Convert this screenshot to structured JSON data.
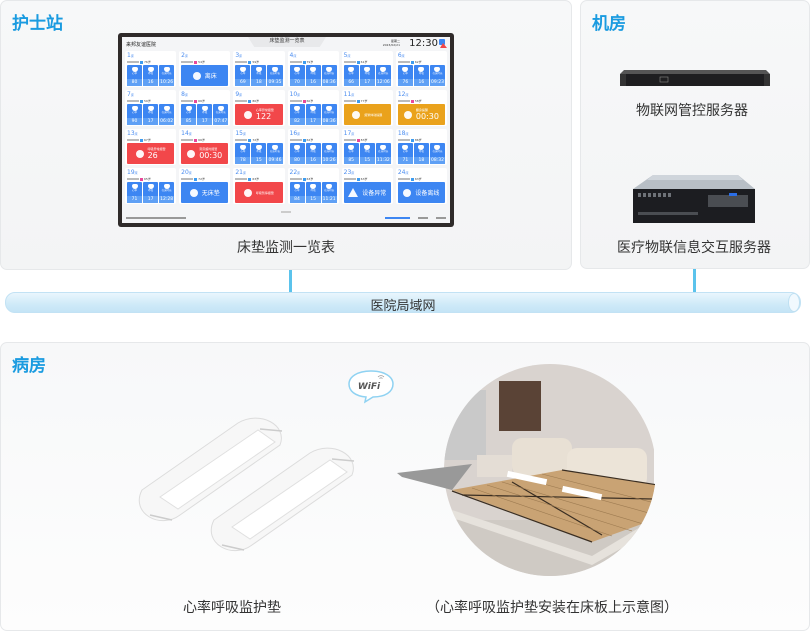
{
  "nurse_station": {
    "title": "护士站",
    "caption": "床垫监测一览表"
  },
  "server_room": {
    "title": "机房",
    "servers": [
      {
        "label": "物联网管控服务器"
      },
      {
        "label": "医疗物联信息交互服务器"
      }
    ]
  },
  "network": {
    "label": "医院局域网"
  },
  "ward": {
    "title": "病房",
    "wifi": "WiFi",
    "pad_caption": "心率呼吸监护垫",
    "photo_caption": "（心率呼吸监护垫安装在床板上示意图）"
  },
  "screen": {
    "hospital": "来邦友谊医院",
    "title": "床垫监测一览表",
    "weekday": "星期二",
    "date": "2023/02/21",
    "time": "12:30",
    "bed_suffix": "床",
    "metric_labels": [
      "心率",
      "呼吸",
      "在床时长"
    ],
    "colors": {
      "blue": "#3d86f2",
      "red": "#f2474a",
      "orange": "#eaa21c",
      "male": "#3d9cf0",
      "female": "#e9499a"
    },
    "beds": [
      {
        "n": "1",
        "age": "76岁",
        "g": "male",
        "hr": "80",
        "rr": "16",
        "t": "10:26"
      },
      {
        "n": "2",
        "age": "54岁",
        "g": "female",
        "status": "离床",
        "color": "blue",
        "big": true
      },
      {
        "n": "3",
        "age": "59岁",
        "g": "male",
        "hr": "69",
        "rr": "18",
        "t": "09:35"
      },
      {
        "n": "4",
        "age": "79岁",
        "g": "male",
        "hr": "70",
        "rr": "16",
        "t": "08:36"
      },
      {
        "n": "5",
        "age": "61岁",
        "g": "male",
        "hr": "66",
        "rr": "17",
        "t": "12:06"
      },
      {
        "n": "6",
        "age": "62岁",
        "g": "male",
        "hr": "76",
        "rr": "16",
        "t": "09:23"
      },
      {
        "n": "7",
        "age": "59岁",
        "g": "male",
        "hr": "90",
        "rr": "17",
        "t": "06:02"
      },
      {
        "n": "8",
        "age": "66岁",
        "g": "female",
        "hr": "85",
        "rr": "17",
        "t": "07:47"
      },
      {
        "n": "9",
        "age": "80岁",
        "g": "male",
        "status": "心率异常报警",
        "value": "122",
        "color": "red"
      },
      {
        "n": "10",
        "age": "60岁",
        "g": "female",
        "hr": "82",
        "rr": "17",
        "t": "08:36"
      },
      {
        "n": "11",
        "age": "77岁",
        "g": "male",
        "status": "频繁体动提醒",
        "color": "orange"
      },
      {
        "n": "12",
        "age": "58岁",
        "g": "female",
        "status": "翻身提醒",
        "value": "00:30",
        "color": "orange"
      },
      {
        "n": "13",
        "age": "67岁",
        "g": "male",
        "status": "呼吸异常报警",
        "value": "26",
        "color": "red"
      },
      {
        "n": "14",
        "age": "66岁",
        "g": "female",
        "status": "离床超时报警",
        "value": "00:30",
        "color": "red"
      },
      {
        "n": "15",
        "age": "72岁",
        "g": "male",
        "hr": "78",
        "rr": "15",
        "t": "09:46"
      },
      {
        "n": "16",
        "age": "62岁",
        "g": "male",
        "hr": "80",
        "rr": "16",
        "t": "10:26"
      },
      {
        "n": "17",
        "age": "83岁",
        "g": "female",
        "hr": "85",
        "rr": "15",
        "t": "11:32"
      },
      {
        "n": "18",
        "age": "86岁",
        "g": "male",
        "hr": "71",
        "rr": "18",
        "t": "08:32"
      },
      {
        "n": "19",
        "age": "65岁",
        "g": "female",
        "hr": "71",
        "rr": "17",
        "t": "12:28"
      },
      {
        "n": "20",
        "age": "72岁",
        "g": "male",
        "status": "无床垫",
        "color": "blue",
        "big": true
      },
      {
        "n": "21",
        "age": "63岁",
        "g": "male",
        "status": "呼吸暂停报警",
        "color": "red"
      },
      {
        "n": "22",
        "age": "63岁",
        "g": "male",
        "hr": "84",
        "rr": "15",
        "t": "11:21"
      },
      {
        "n": "23",
        "age": "63岁",
        "g": "male",
        "status": "设备异常",
        "color": "blue",
        "big": true,
        "icon": "warning"
      },
      {
        "n": "24",
        "age": "63岁",
        "g": "male",
        "status": "设备离线",
        "color": "blue",
        "big": true
      }
    ]
  }
}
